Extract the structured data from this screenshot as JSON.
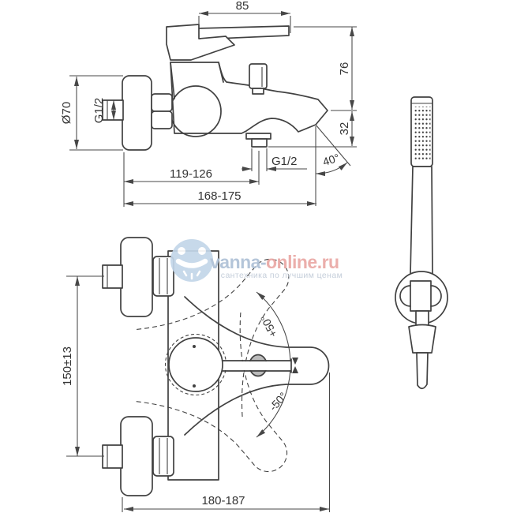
{
  "drawing_title": "wall-mounted bath mixer dimensional drawing",
  "line_color": "#414141",
  "side_view": {
    "dims": {
      "lever_length": "85",
      "height_to_lever": "76",
      "tip_drop": "32",
      "flange_diameter": "Ø70",
      "inlet_thread": "G1/2",
      "outlet_thread": "G1/2",
      "wall_to_outlet": "119-126",
      "wall_to_spout_tip": "168-175",
      "spout_angle": "40°"
    }
  },
  "front_view": {
    "dims": {
      "inlet_spacing": "150±13",
      "overall_width": "180-187",
      "lever_swing_up": "+50°",
      "lever_swing_down": "-50°"
    }
  },
  "watermark": {
    "brand_part1": "vanna-",
    "brand_part2": "online.ru",
    "tagline": "сантехника по лучшим ценам",
    "colors": {
      "brand_part1": "#aec1d6",
      "brand_part2": "#eaa8a4",
      "tagline": "#c0cad7",
      "logo_circle": "#c3d6e9"
    }
  }
}
